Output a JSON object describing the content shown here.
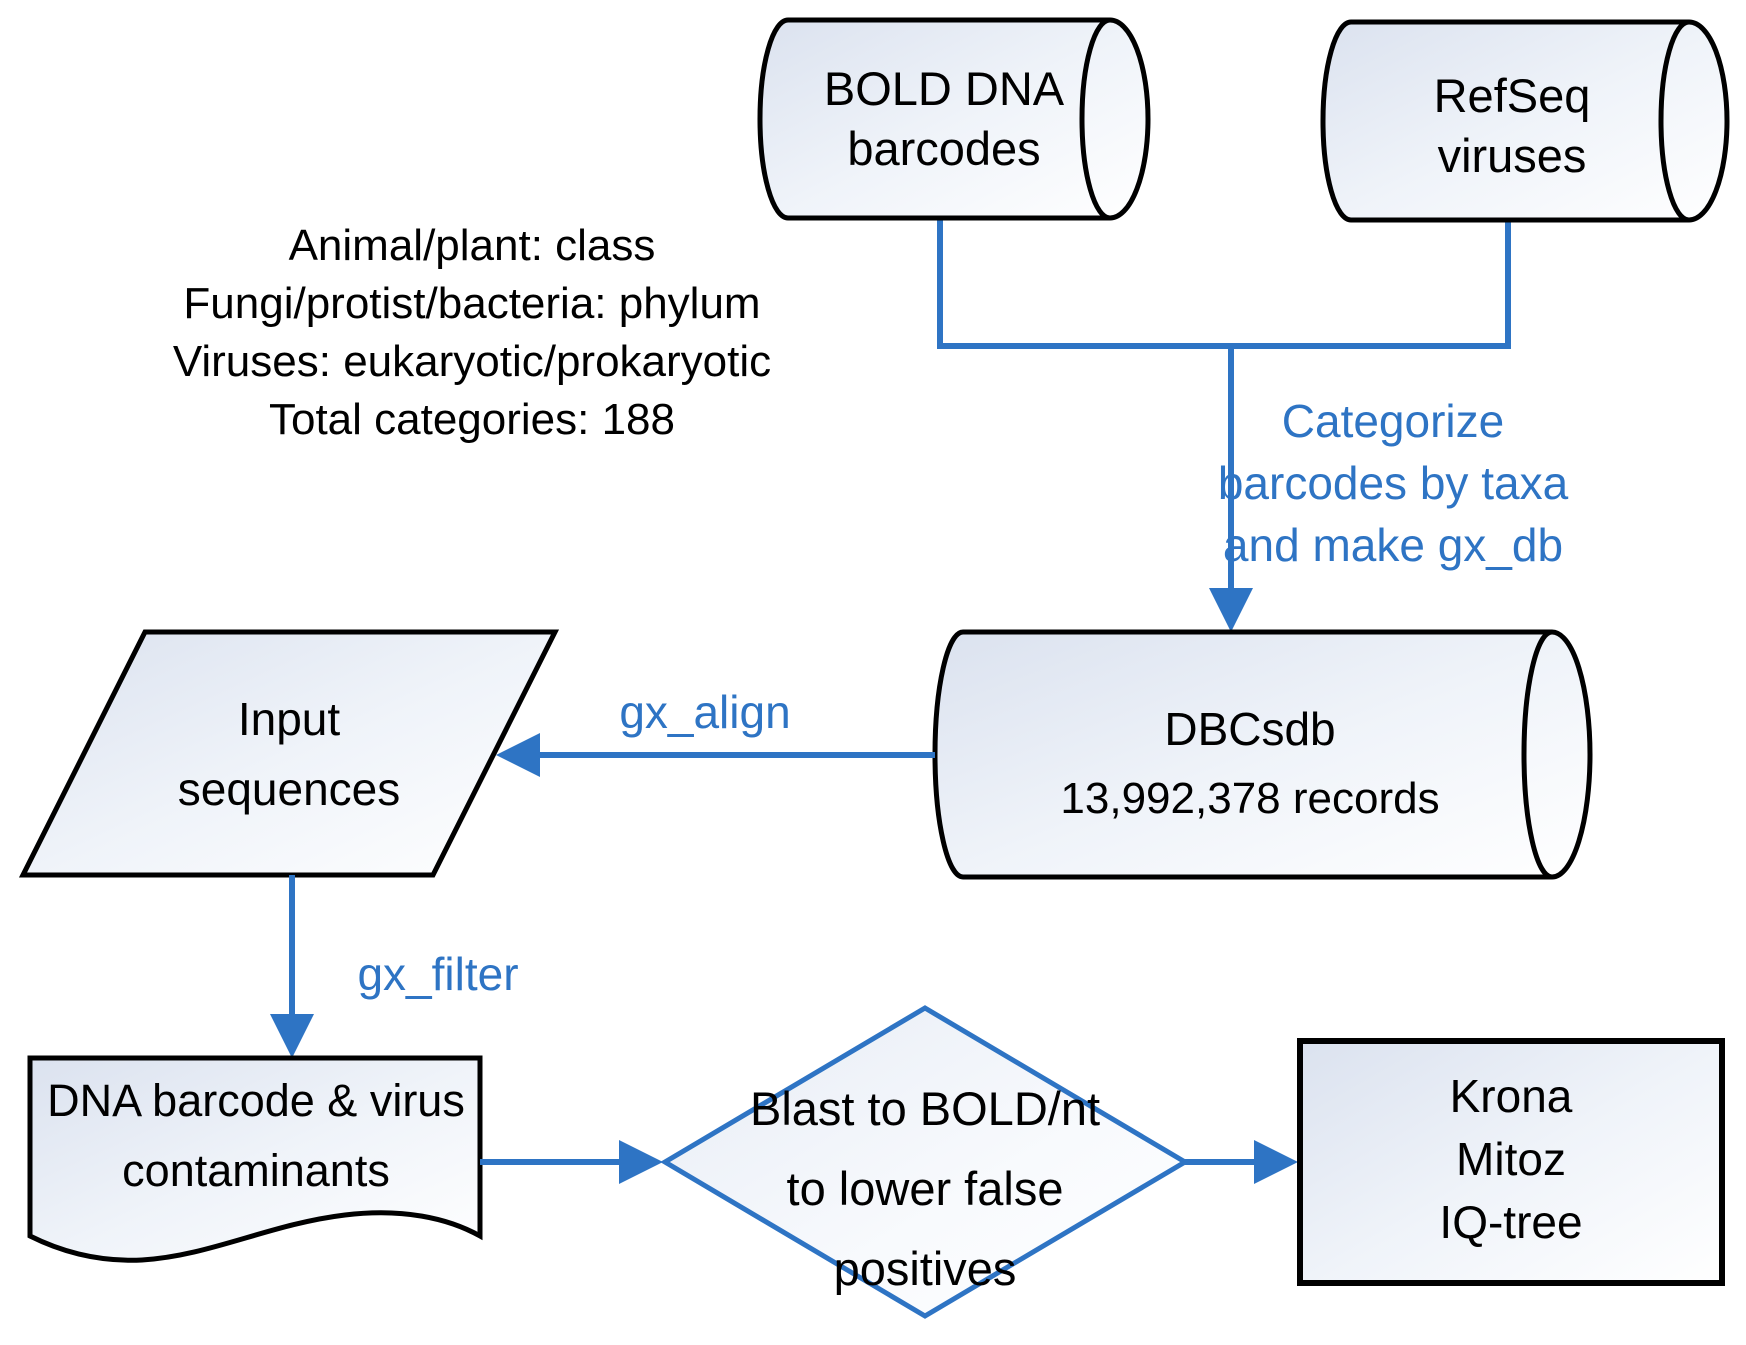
{
  "colors": {
    "accent_blue": "#2E74C4",
    "border_black": "#000000",
    "shape_fill_top": "#DBE2EF",
    "shape_fill_bottom": "#FFFFFF"
  },
  "info_block": {
    "lines": [
      "Animal/plant: class",
      "Fungi/protist/bacteria: phylum",
      "Viruses: eukaryotic/prokaryotic",
      "Total categories: 188"
    ]
  },
  "nodes": {
    "bold_dna": {
      "shape": "database-cylinder",
      "lines": [
        "BOLD DNA",
        "barcodes"
      ]
    },
    "refseq": {
      "shape": "database-cylinder",
      "lines": [
        "RefSeq",
        "viruses"
      ]
    },
    "dbcsdb": {
      "shape": "database-cylinder",
      "lines": [
        "DBCsdb",
        "13,992,378 records"
      ]
    },
    "input_sequences": {
      "shape": "parallelogram",
      "lines": [
        "Input",
        "sequences"
      ]
    },
    "contaminants": {
      "shape": "document",
      "lines": [
        "DNA barcode & virus",
        "contaminants"
      ]
    },
    "blast_decision": {
      "shape": "diamond",
      "lines": [
        "Blast to BOLD/nt",
        "to lower false",
        "positives"
      ]
    },
    "outputs": {
      "shape": "rectangle",
      "lines": [
        "Krona",
        "Mitoz",
        "IQ-tree"
      ]
    }
  },
  "edge_labels": {
    "categorize": {
      "lines": [
        "Categorize",
        "barcodes by taxa",
        "and make gx_db"
      ]
    },
    "gx_align": {
      "label": "gx_align"
    },
    "gx_filter": {
      "label": "gx_filter"
    }
  }
}
